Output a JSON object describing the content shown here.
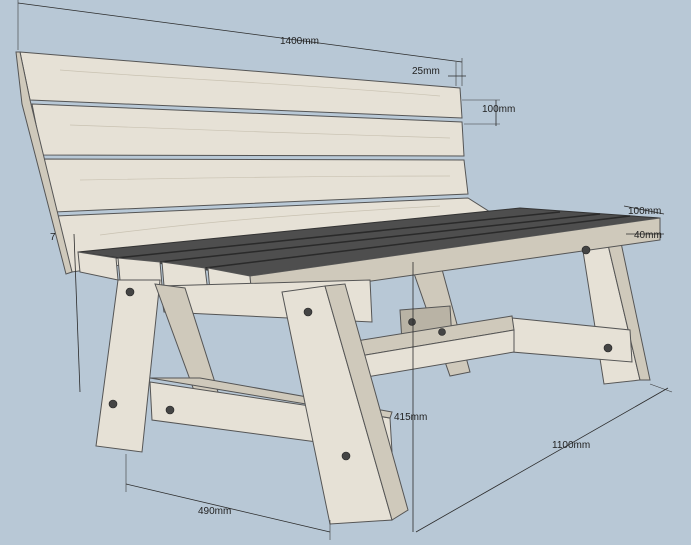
{
  "diagram": {
    "dimensions": {
      "overall_length": "1400mm",
      "board_thickness": "25mm",
      "back_board_height": "100mm",
      "seat_board_width": "100mm",
      "seat_board_thickness": "40mm",
      "seat_height": "415mm",
      "base_length": "1100mm",
      "leg_spread": "490mm",
      "back_height_partial": "7"
    },
    "colors": {
      "background": "#b8c8d6",
      "wood": "#e6e1d6",
      "seat_top": "#4e4e4e"
    }
  }
}
